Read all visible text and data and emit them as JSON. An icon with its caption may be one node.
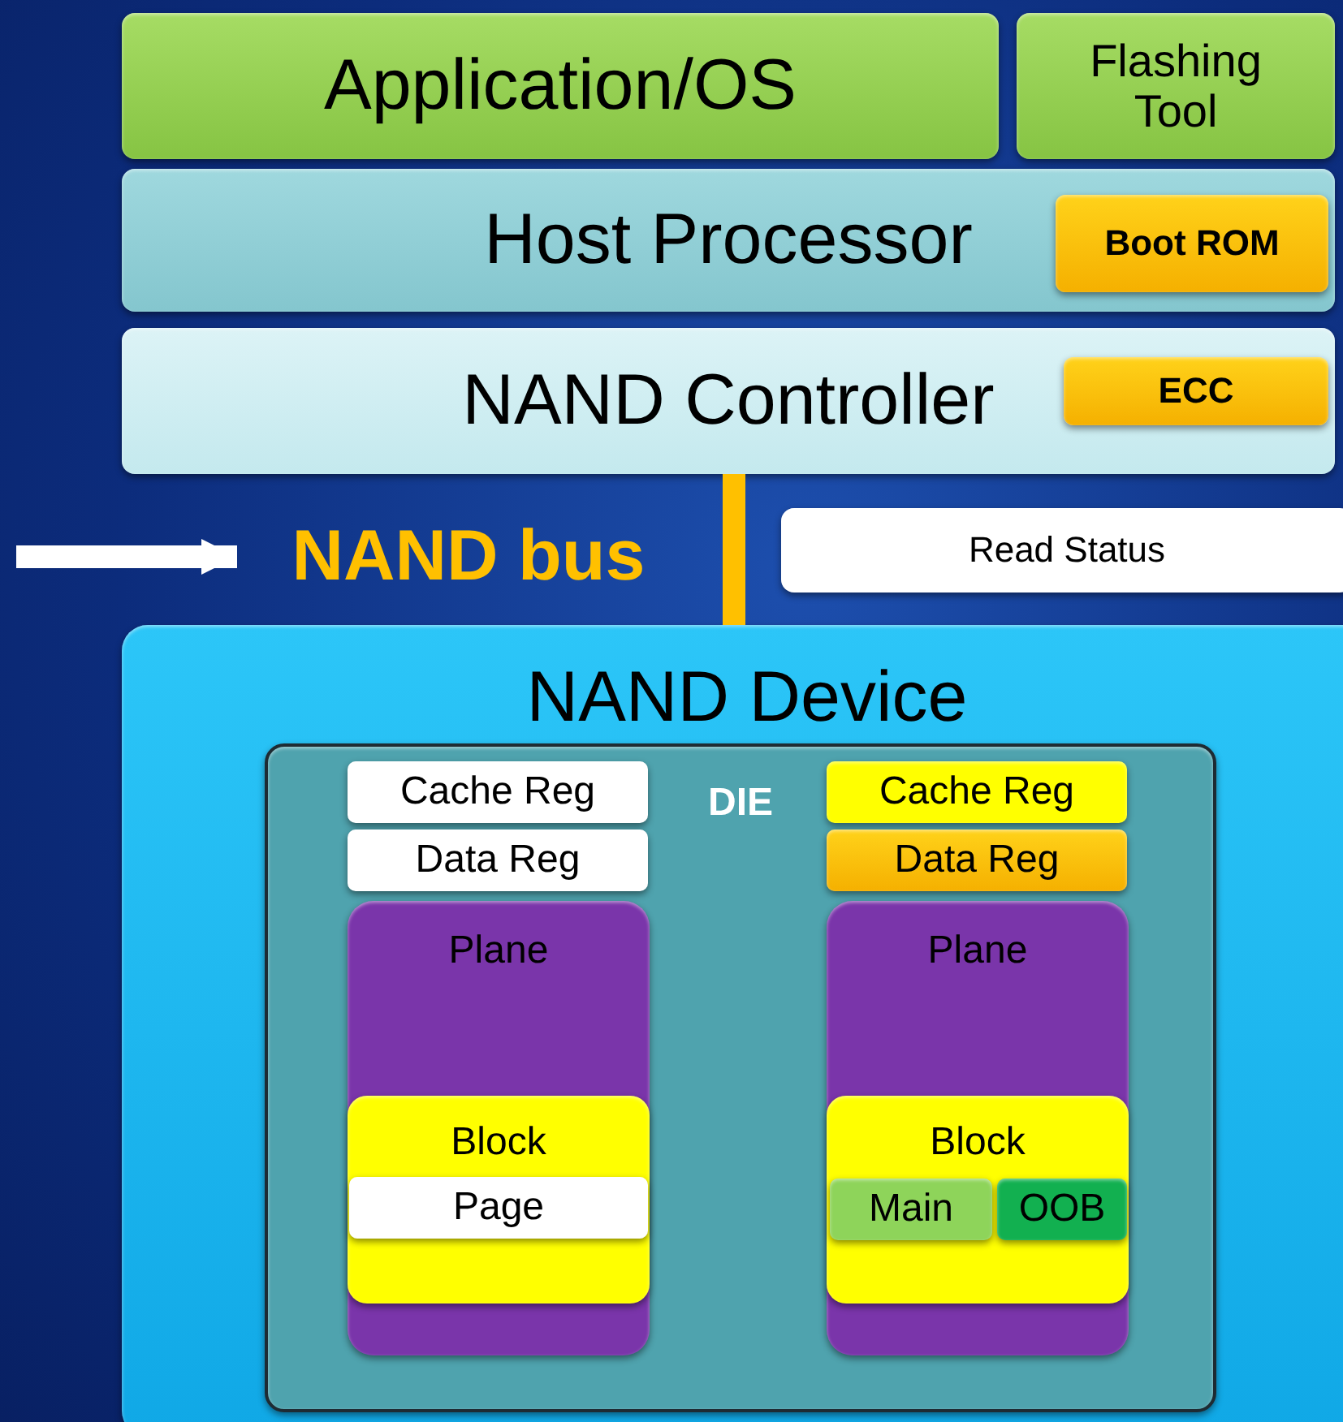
{
  "diagram": {
    "nodes": [
      {
        "text": [
          "Application/OS"
        ]
      },
      {
        "text": [
          "Flashing Tool"
        ]
      },
      {
        "text": [
          "Host Processor"
        ]
      },
      {
        "text": [
          "Boot ROM"
        ],
        "in": 2
      },
      {
        "text": [
          "NAND Controller"
        ]
      },
      {
        "text": [
          "ECC"
        ],
        "in": 4
      },
      {
        "text": [
          "NAND bus"
        ]
      },
      {
        "text": [
          "Read Status"
        ]
      },
      {
        "text": [
          "NAND Device"
        ]
      },
      {
        "text": [
          "DIE"
        ],
        "in": 8
      },
      {
        "text": [
          "Cache Reg"
        ],
        "in": 9
      },
      {
        "text": [
          "Data Reg"
        ],
        "in": 9
      },
      {
        "text": [
          "Plane"
        ],
        "in": 9
      },
      {
        "text": [
          "Block"
        ],
        "in": 12
      },
      {
        "text": [
          "Page"
        ],
        "in": 13
      },
      {
        "text": [
          "Cache Reg"
        ],
        "in": 9
      },
      {
        "text": [
          "Data Reg"
        ],
        "in": 9
      },
      {
        "text": [
          "Plane"
        ],
        "in": 9
      },
      {
        "text": [
          "Block"
        ],
        "in": 17
      },
      {
        "text": [
          "Main"
        ],
        "in": 18
      },
      {
        "text": [
          "OOB"
        ],
        "in": 18
      }
    ],
    "edges": [
      {
        "from": null,
        "to": 6,
        "arrow": "to"
      },
      {
        "from": 4,
        "to": 8,
        "arrow": "none",
        "color": "#ffc000"
      }
    ]
  }
}
